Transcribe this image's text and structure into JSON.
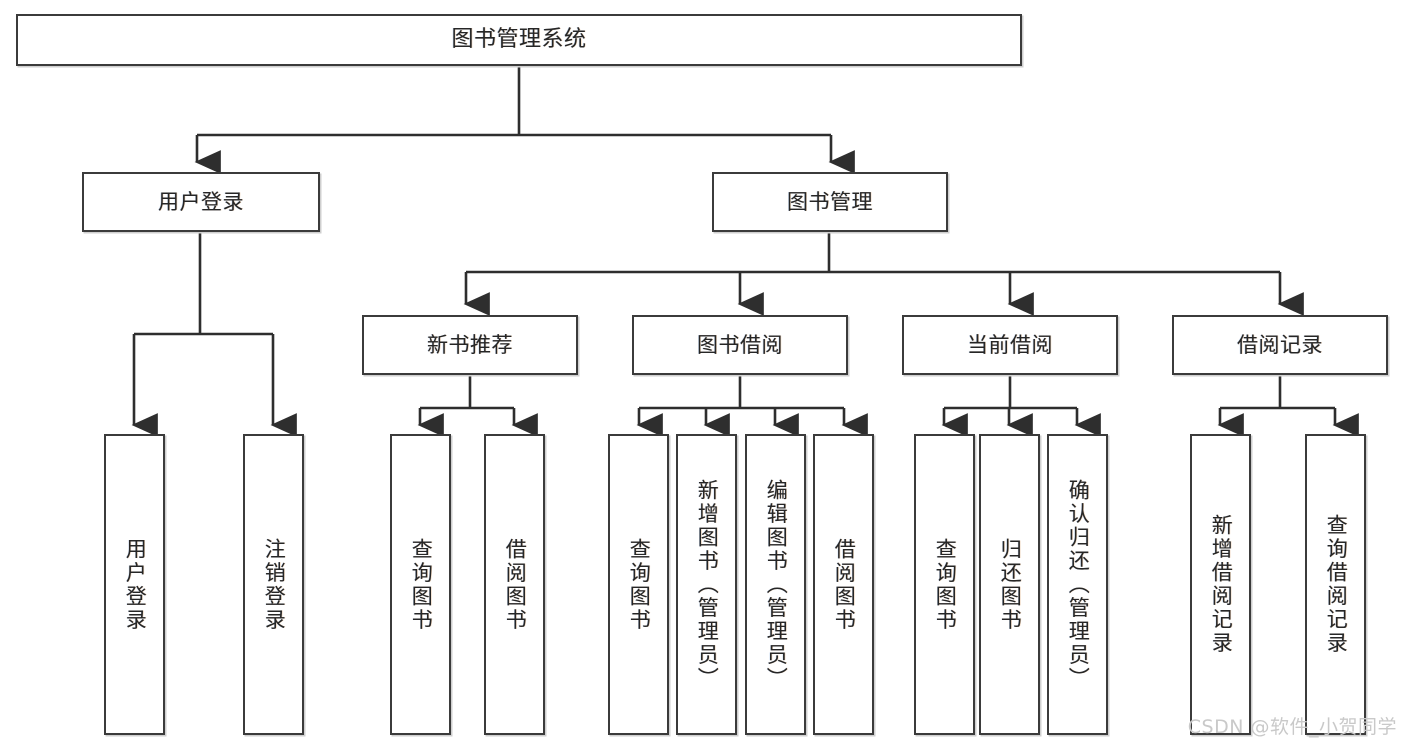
{
  "diagram": {
    "type": "tree",
    "title": "图书管理系统",
    "root": {
      "label": "图书管理系统"
    },
    "level2": [
      {
        "label": "用户登录"
      },
      {
        "label": "图书管理"
      }
    ],
    "level3": [
      {
        "label": "新书推荐"
      },
      {
        "label": "图书借阅"
      },
      {
        "label": "当前借阅"
      },
      {
        "label": "借阅记录"
      }
    ],
    "leaves": {
      "user_login": [
        {
          "label": "用户登录"
        },
        {
          "label": "注销登录"
        }
      ],
      "new_book_recommend": [
        {
          "label": "查询图书"
        },
        {
          "label": "借阅图书"
        }
      ],
      "book_borrow": [
        {
          "label": "查询图书"
        },
        {
          "label": "新增图书（管理员）"
        },
        {
          "label": "编辑图书（管理员）"
        },
        {
          "label": "借阅图书"
        }
      ],
      "current_borrow": [
        {
          "label": "查询图书"
        },
        {
          "label": "归还图书"
        },
        {
          "label": "确认归还（管理员）"
        }
      ],
      "borrow_record": [
        {
          "label": "新增借阅记录"
        },
        {
          "label": "查询借阅记录"
        }
      ]
    }
  },
  "watermark": {
    "text": "CSDN @软件_小贺同学"
  },
  "colors": {
    "box_border": "#3b3b3b",
    "box_fill": "#ffffff",
    "text": "#262626",
    "wire": "#2e2e2e",
    "watermark": "#c9c9c9",
    "background": "#ffffff"
  }
}
